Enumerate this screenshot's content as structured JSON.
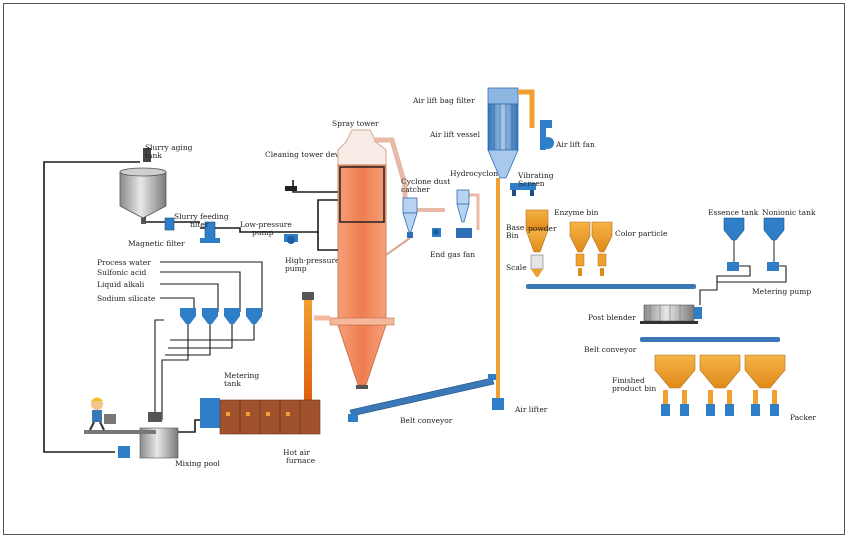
{
  "colors": {
    "tower_orange": "#f08a5a",
    "bin_orange": "#f0a030",
    "pump_blue": "#2f7fc8",
    "conveyor_blue": "#3a78b8",
    "bag_filter_blue": "#4a86c8",
    "furnace_brown": "#a0522d"
  },
  "labels": {
    "slurry_aging_tank": "Slurry aging",
    "slurry_aging_tank_2": "tank",
    "slurry_feeding_filter": "Slurry feeding",
    "slurry_feeding_filter_2": "filter",
    "magnetic_filter": "Magnetic filter",
    "cleaning_tower_device": "Cleaning tower device",
    "low_pressure_pump": "Low-pressure",
    "low_pressure_pump_2": "pump",
    "high_pressure_pump": "High-pressure",
    "high_pressure_pump_2": "pump",
    "spray_tower": "Spray tower",
    "cyclone_dust_catcher": "Cyclone dust",
    "cyclone_dust_catcher_2": "catcher",
    "hydrocyclone": "Hydrocyclone",
    "end_gas_fan": "End gas fan",
    "air_lift_bag_filter": "Air lift bag filter",
    "air_lift_vessel": "Air lift vessel",
    "air_lift_fan": "Air lift fan",
    "vibrating_screen": "Vibrating",
    "vibrating_screen_2": "Screen",
    "base_bin": "Base",
    "base_bin_2": "Bin",
    "powder": "powder",
    "enzyme_bin": "Enzyme bin",
    "color_particle": "Color particle",
    "scale": "Scale",
    "essence_tank": "Essence tank",
    "nonionic_tank": "Nonionic tank",
    "metering_pump": "Metering pump",
    "post_blender": "Post blender",
    "belt_conveyor_right": "Belt conveyor",
    "finished_product_bin": "Finished",
    "finished_product_bin_2": "product bin",
    "packer": "Packer",
    "process_water": "Process water",
    "sulfonic_acid": "Sulfonic acid",
    "liquid_alkali": "Liquid alkali",
    "sodium_silicate": "Sodium silicate",
    "metering_tank": "Metering",
    "metering_tank_2": "tank",
    "mixing_pool": "Mixing pool",
    "hot_air_furnace": "Hot air",
    "hot_air_furnace_2": "furnace",
    "belt_conveyor_bottom": "Belt conveyor",
    "air_lifter": "Air lifter"
  }
}
